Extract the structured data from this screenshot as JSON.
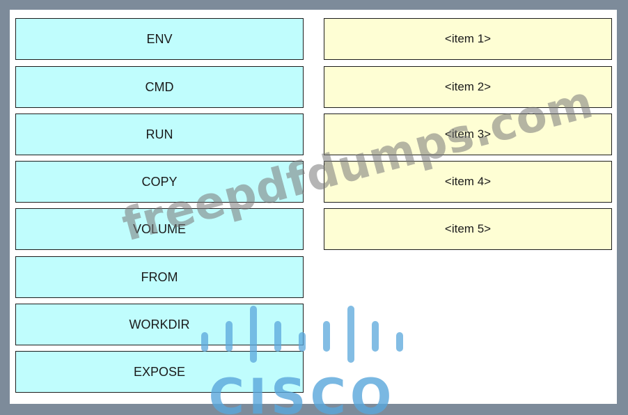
{
  "options": [
    {
      "label": "ENV"
    },
    {
      "label": "CMD"
    },
    {
      "label": "RUN"
    },
    {
      "label": "COPY"
    },
    {
      "label": "VOLUME"
    },
    {
      "label": "FROM"
    },
    {
      "label": "WORKDIR"
    },
    {
      "label": "EXPOSE"
    }
  ],
  "targets": [
    {
      "label": "<item 1>"
    },
    {
      "label": "<item 2>"
    },
    {
      "label": "<item 3>"
    },
    {
      "label": "<item 4>"
    },
    {
      "label": "<item 5>"
    }
  ],
  "watermark": "freepdfdumps.com",
  "logo_text": "CISCO",
  "colors": {
    "option_bg": "#c0fdfd",
    "target_bg": "#fefed4",
    "frame": "#7d8b9a",
    "logo": "#5aa7dc"
  }
}
